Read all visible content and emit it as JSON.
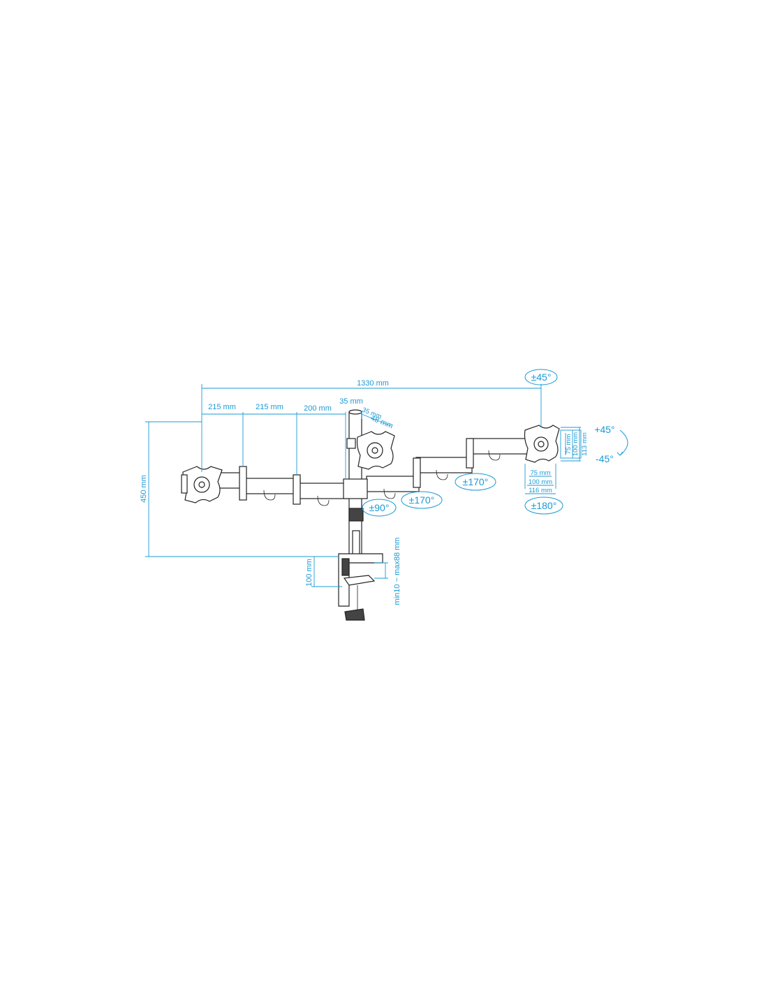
{
  "colors": {
    "dimension": "#1a9ad6",
    "drawing": "#222222",
    "background": "#ffffff"
  },
  "dimensions": {
    "overall_width": "1330 mm",
    "arm_segment_1": "215 mm",
    "arm_segment_2": "215 mm",
    "arm_segment_3": "200 mm",
    "pole_diameter": "35 mm",
    "top_small": "35 mm",
    "top_48": "48 mm",
    "height": "450 mm",
    "clamp_depth": "100 mm",
    "desk_thickness": "min10 ~ max88 mm",
    "vesa_v75": "75 mm",
    "vesa_v100": "100 mm",
    "vesa_v113": "113 mm",
    "vesa_h75": "75 mm",
    "vesa_h100": "100 mm",
    "vesa_h116": "116 mm"
  },
  "angles": {
    "swivel_top": "±45°",
    "tilt_up": "+45°",
    "tilt_down": "-45°",
    "pole_rotation": "±90°",
    "arm_rotation_1": "±170°",
    "arm_rotation_2": "±170°",
    "plate_rotation": "±180°"
  }
}
